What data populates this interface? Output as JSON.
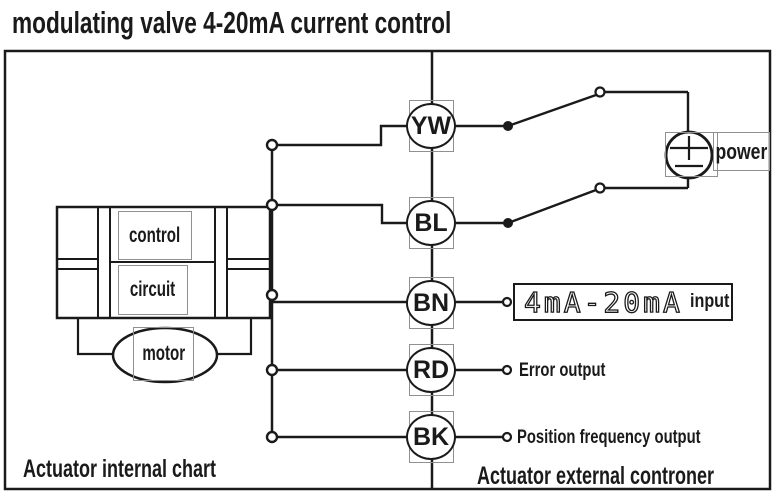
{
  "title": "modulating valve 4-20mA current control",
  "colors": {
    "line": "#1a1a1a",
    "box_gray": "#909090",
    "background": "#ffffff"
  },
  "terminals": [
    {
      "label": "YW"
    },
    {
      "label": "BL"
    },
    {
      "label": "BN"
    },
    {
      "label": "RD"
    },
    {
      "label": "BK"
    }
  ],
  "actuator": {
    "control_label": "control",
    "circuit_label": "circuit",
    "motor_label": "motor",
    "caption": "Actuator internal chart"
  },
  "external": {
    "power_label": "power",
    "input_value": "4mA-20mA",
    "input_suffix": "input",
    "error_output": "Error output",
    "position_output": "Position frequency output",
    "caption": "Actuator external controner"
  }
}
